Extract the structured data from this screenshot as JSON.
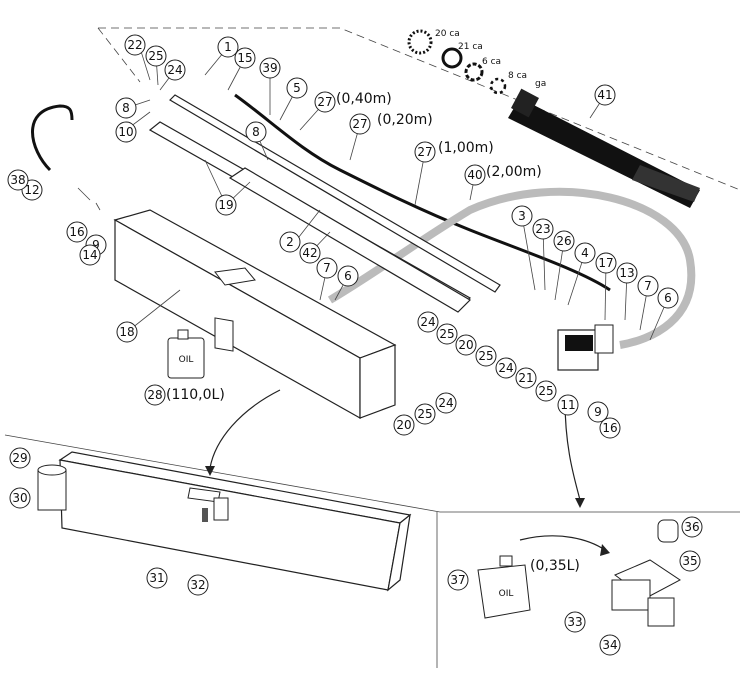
{
  "callouts": [
    {
      "id": "c1",
      "label": "1"
    },
    {
      "id": "c2",
      "label": "2"
    },
    {
      "id": "c3",
      "label": "3"
    },
    {
      "id": "c4",
      "label": "4"
    },
    {
      "id": "c5",
      "label": "5"
    },
    {
      "id": "c6a",
      "label": "6"
    },
    {
      "id": "c6b",
      "label": "6"
    },
    {
      "id": "c7a",
      "label": "7"
    },
    {
      "id": "c7b",
      "label": "7"
    },
    {
      "id": "c8a",
      "label": "8"
    },
    {
      "id": "c8b",
      "label": "8"
    },
    {
      "id": "c9a",
      "label": "9"
    },
    {
      "id": "c9b",
      "label": "9"
    },
    {
      "id": "c10",
      "label": "10"
    },
    {
      "id": "c11",
      "label": "11"
    },
    {
      "id": "c12",
      "label": "12"
    },
    {
      "id": "c13",
      "label": "13"
    },
    {
      "id": "c14",
      "label": "14"
    },
    {
      "id": "c15",
      "label": "15"
    },
    {
      "id": "c16a",
      "label": "16"
    },
    {
      "id": "c16b",
      "label": "16"
    },
    {
      "id": "c17",
      "label": "17"
    },
    {
      "id": "c18",
      "label": "18"
    },
    {
      "id": "c19",
      "label": "19"
    },
    {
      "id": "c20a",
      "label": "20"
    },
    {
      "id": "c20b",
      "label": "20"
    },
    {
      "id": "c21",
      "label": "21"
    },
    {
      "id": "c22",
      "label": "22"
    },
    {
      "id": "c23",
      "label": "23"
    },
    {
      "id": "c24a",
      "label": "24"
    },
    {
      "id": "c24b",
      "label": "24"
    },
    {
      "id": "c24c",
      "label": "24"
    },
    {
      "id": "c24d",
      "label": "24"
    },
    {
      "id": "c25a",
      "label": "25"
    },
    {
      "id": "c25b",
      "label": "25"
    },
    {
      "id": "c25c",
      "label": "25"
    },
    {
      "id": "c25d",
      "label": "25"
    },
    {
      "id": "c25e",
      "label": "25"
    },
    {
      "id": "c26",
      "label": "26"
    },
    {
      "id": "c27a",
      "label": "27"
    },
    {
      "id": "c27b",
      "label": "27"
    },
    {
      "id": "c27c",
      "label": "27"
    },
    {
      "id": "c28",
      "label": "28"
    },
    {
      "id": "c29",
      "label": "29"
    },
    {
      "id": "c30",
      "label": "30"
    },
    {
      "id": "c31",
      "label": "31"
    },
    {
      "id": "c32",
      "label": "32"
    },
    {
      "id": "c33",
      "label": "33"
    },
    {
      "id": "c34",
      "label": "34"
    },
    {
      "id": "c35",
      "label": "35"
    },
    {
      "id": "c36",
      "label": "36"
    },
    {
      "id": "c37",
      "label": "37"
    },
    {
      "id": "c38",
      "label": "38"
    },
    {
      "id": "c39",
      "label": "39"
    },
    {
      "id": "c40",
      "label": "40"
    },
    {
      "id": "c41",
      "label": "41"
    },
    {
      "id": "c42",
      "label": "42"
    }
  ],
  "notes": {
    "len_040": "(0,40m)",
    "len_020": "(0,20m)",
    "len_100": "(1,00m)",
    "len_200": "(2,00m)",
    "oil_110": "(110,0L)",
    "oil_035": "(0,35L)",
    "spline_20ca": "20 ca",
    "spline_21ca": "21 ca",
    "spline_6ca": "6 ca",
    "spline_8ca": "8 ca",
    "spline_ga": "ga",
    "oil_label": "OIL"
  }
}
